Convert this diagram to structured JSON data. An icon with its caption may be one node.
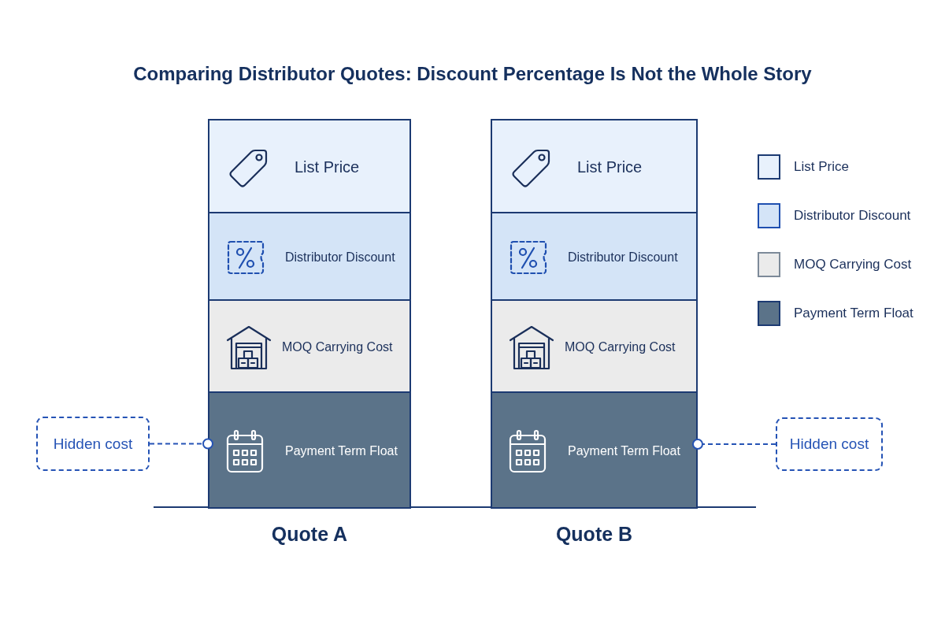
{
  "diagram": {
    "title": "Comparing Distributor Quotes: Discount Percentage Is Not the Whole Story",
    "nodes": [
      {
        "text": [
          "Quote A"
        ]
      },
      {
        "text": [
          "List Price"
        ],
        "in": 0
      },
      {
        "text": [
          "Distributor Discount"
        ],
        "in": 0
      },
      {
        "text": [
          "MOQ Carrying Cost"
        ],
        "in": 0
      },
      {
        "text": [
          "Payment Term Float"
        ],
        "in": 0
      },
      {
        "text": [
          "Quote B"
        ]
      },
      {
        "text": [
          "List Price"
        ],
        "in": 5
      },
      {
        "text": [
          "Distributor Discount"
        ],
        "in": 5
      },
      {
        "text": [
          "MOQ Carrying Cost"
        ],
        "in": 5
      },
      {
        "text": [
          "Payment Term Float"
        ],
        "in": 5
      },
      {
        "text": [
          "Hidden cost"
        ]
      },
      {
        "text": [
          "Hidden cost"
        ]
      }
    ],
    "edges": [
      {
        "from": 10,
        "to": 4,
        "arrow": "other",
        "style": "dashed"
      },
      {
        "from": 11,
        "to": 9,
        "arrow": "other",
        "style": "dashed"
      }
    ],
    "legend": [
      {
        "text": "List Price",
        "color": "#e8f1fc"
      },
      {
        "text": "Distributor Discount",
        "color": "#d4e4f7"
      },
      {
        "text": "MOQ Carrying Cost",
        "color": "#ebebeb"
      },
      {
        "text": "Payment Term Float",
        "color": "#5b7389"
      }
    ]
  }
}
